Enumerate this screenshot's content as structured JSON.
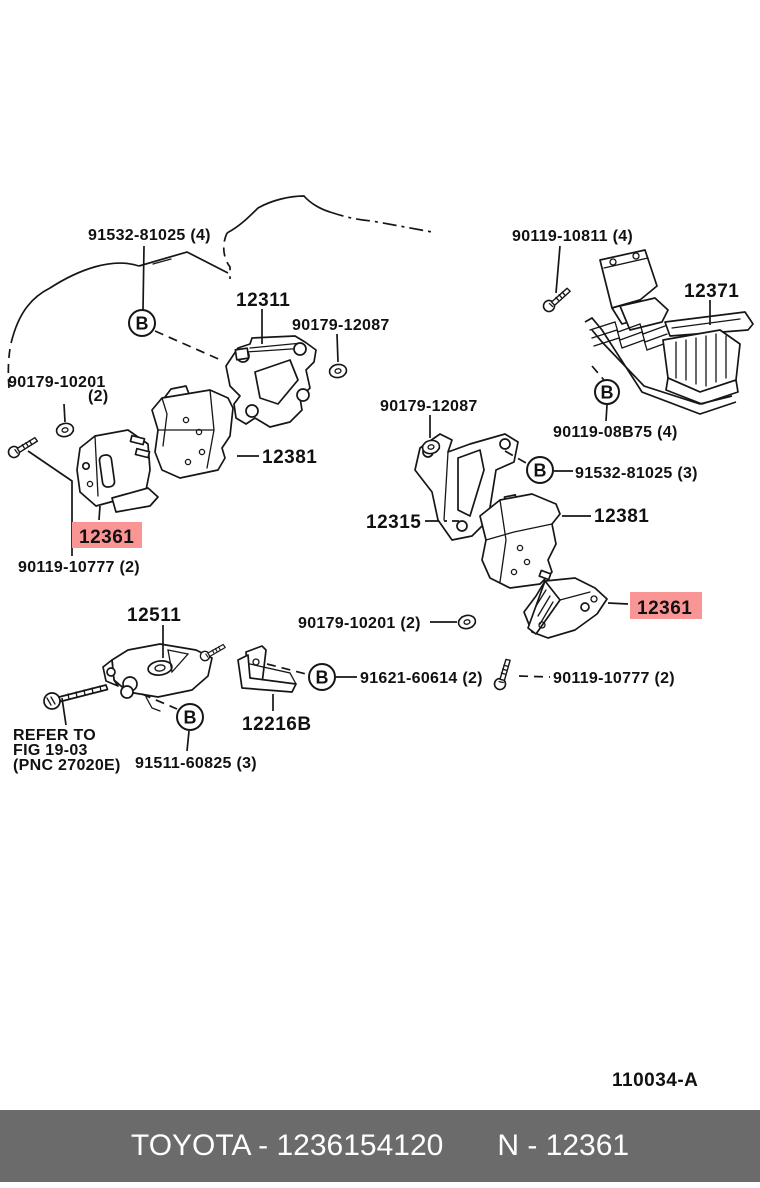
{
  "diagram": {
    "fig_code": "110034-A",
    "b_marker": "B",
    "highlight": {
      "bg": "#fa9595",
      "fg": "#8b1a1a"
    },
    "labels": {
      "bolt_91532_4": "91532-81025 (4)",
      "part_12311": "12311",
      "nut_90179_12087_top": "90179-12087",
      "bolt_90119_10811": "90119-10811 (4)",
      "part_12371": "12371",
      "nut_90179_10201_left_line1": "90179-10201",
      "nut_90179_10201_left_line2": "(2)",
      "part_12381_left": "12381",
      "nut_90179_12087_right": "90179-12087",
      "bolt_90119_08b75": "90119-08B75 (4)",
      "bolt_91532_3": "91532-81025 (3)",
      "part_12315": "12315",
      "part_12381_right": "12381",
      "part_12361_left": "12361",
      "bolt_90119_10777_left": "90119-10777 (2)",
      "part_12361_right": "12361",
      "nut_90179_10201_bottom": "90179-10201 (2)",
      "part_12511": "12511",
      "bolt_91621_60614": "91621-60614 (2)",
      "bolt_90119_10777_right": "90119-10777 (2)",
      "part_12216b": "12216B",
      "bolt_91511_60825": "91511-60825 (3)",
      "refer_line1": "REFER TO",
      "refer_line2": "FIG 19-03",
      "refer_line3": "(PNC 27020E)"
    }
  },
  "footer": {
    "brand_part": "TOYOTA - 1236154120",
    "part_ref": "N - 12361",
    "bg": "#6b6b6b",
    "fg": "#ffffff"
  }
}
